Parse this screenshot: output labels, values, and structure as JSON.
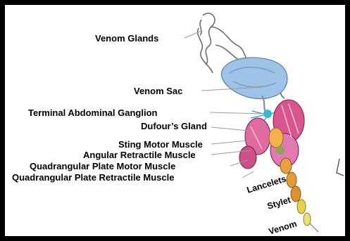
{
  "labels": {
    "venom_glands": "Venom Glands",
    "venom_sac": "Venom Sac",
    "terminal_abdominal_ganglion": "Terminal Abdominal Ganglion",
    "dufours_gland": "Dufour’s Gland",
    "sting_motor_muscle": "Sting Motor Muscle",
    "angular_retractile_muscle": "Angular Retractile Muscle",
    "quadrangular_plate_motor_muscle": "Quadrangular Plate Motor Muscle",
    "quadrangular_plate_retractile_muscle": "Quadrangular Plate Retractile Muscle",
    "lancelets": "Lancelets",
    "stylet": "Stylet",
    "venom": "Venom"
  },
  "colors": {
    "frame": "#000000",
    "venom_sac": "#9fc3e6",
    "dufours_gland": "#d85590",
    "lancelets": "#e8a040",
    "stylet": "#e8d04a",
    "ganglion": "#35b7d8"
  }
}
